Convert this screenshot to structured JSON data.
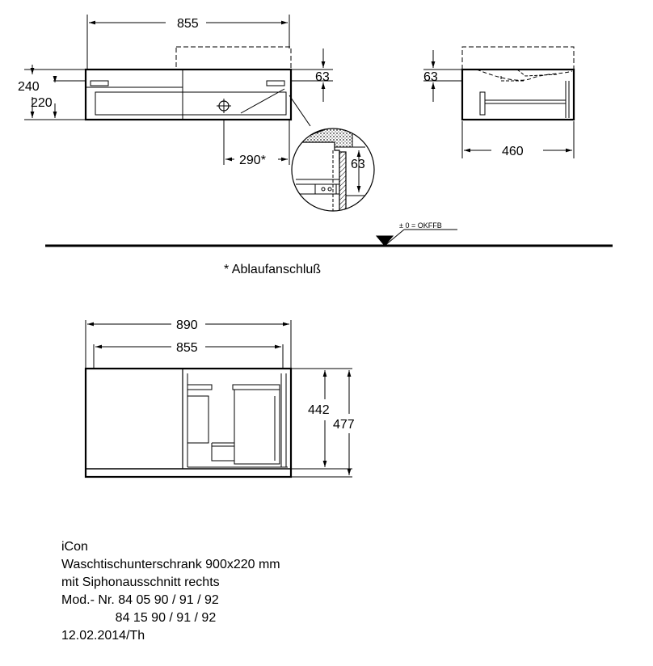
{
  "drawing": {
    "top_view": {
      "width_855": "855",
      "height_240": "240",
      "height_220": "220",
      "dim_63": "63",
      "drain_290": "290*"
    },
    "detail": {
      "dim_63": "63"
    },
    "side_view": {
      "dim_63": "63",
      "depth_460": "460"
    },
    "floor": {
      "label": "± 0 = OKFFB"
    },
    "footnote": "* Ablaufanschluß",
    "front_view": {
      "width_890": "890",
      "width_855": "855",
      "height_442": "442",
      "height_477": "477"
    }
  },
  "info": {
    "line1": "iCon",
    "line2": "Waschtischunterschrank 900x220 mm",
    "line3": "mit Siphonausschnitt rechts",
    "line4": "Mod.- Nr. 84 05 90 / 91 / 92",
    "line5": "               84 15 90 / 91 / 92",
    "line6": "12.02.2014/Th"
  }
}
